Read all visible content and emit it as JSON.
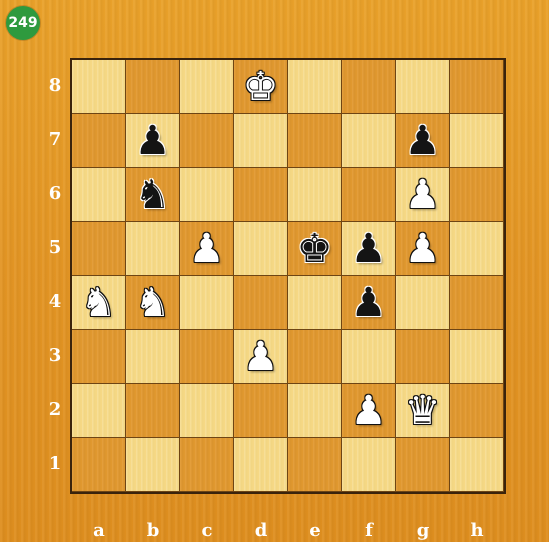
{
  "puzzle_number": "249",
  "files": [
    "a",
    "b",
    "c",
    "d",
    "e",
    "f",
    "g",
    "h"
  ],
  "ranks": [
    "8",
    "7",
    "6",
    "5",
    "4",
    "3",
    "2",
    "1"
  ],
  "colors": {
    "light_square": "#f6d985",
    "dark_square": "#e1982f",
    "badge": "#2e9a3e",
    "frame": "#e39524"
  },
  "pieces": [
    {
      "square": "d8",
      "type": "king",
      "color": "white",
      "glyph": "♚"
    },
    {
      "square": "b7",
      "type": "pawn",
      "color": "black",
      "glyph": "♟"
    },
    {
      "square": "g7",
      "type": "pawn",
      "color": "black",
      "glyph": "♟"
    },
    {
      "square": "b6",
      "type": "knight",
      "color": "black",
      "glyph": "♞"
    },
    {
      "square": "g6",
      "type": "pawn",
      "color": "white",
      "glyph": "♟"
    },
    {
      "square": "c5",
      "type": "pawn",
      "color": "white",
      "glyph": "♟"
    },
    {
      "square": "e5",
      "type": "king",
      "color": "black",
      "glyph": "♚"
    },
    {
      "square": "f5",
      "type": "pawn",
      "color": "black",
      "glyph": "♟"
    },
    {
      "square": "g5",
      "type": "pawn",
      "color": "white",
      "glyph": "♟"
    },
    {
      "square": "a4",
      "type": "knight",
      "color": "white",
      "glyph": "♞"
    },
    {
      "square": "b4",
      "type": "knight",
      "color": "white",
      "glyph": "♞"
    },
    {
      "square": "f4",
      "type": "pawn",
      "color": "black",
      "glyph": "♟"
    },
    {
      "square": "d3",
      "type": "pawn",
      "color": "white",
      "glyph": "♟"
    },
    {
      "square": "f2",
      "type": "pawn",
      "color": "white",
      "glyph": "♟"
    },
    {
      "square": "g2",
      "type": "queen",
      "color": "white",
      "glyph": "♛"
    }
  ]
}
